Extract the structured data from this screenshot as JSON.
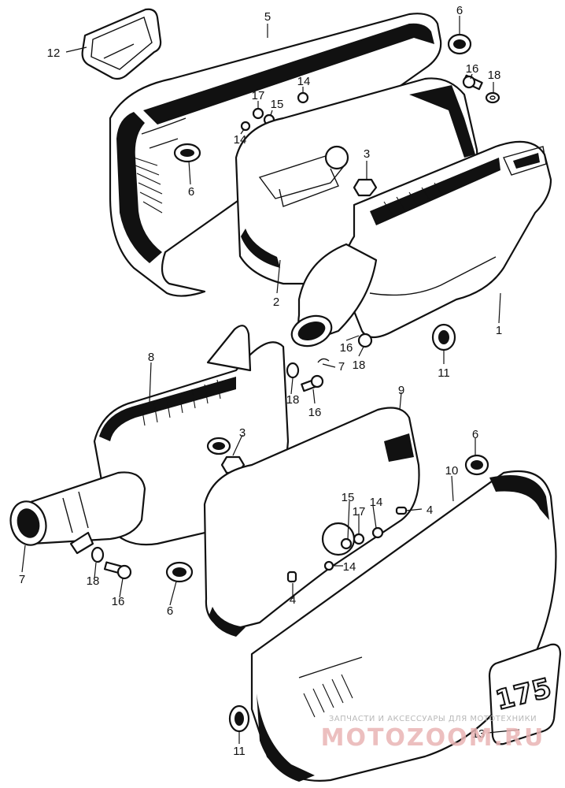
{
  "callouts": [
    {
      "id": "c5",
      "text": "5"
    },
    {
      "id": "c12",
      "text": "12"
    },
    {
      "id": "c6a",
      "text": "6"
    },
    {
      "id": "c6b",
      "text": "6"
    },
    {
      "id": "c16a",
      "text": "16"
    },
    {
      "id": "c18a",
      "text": "18"
    },
    {
      "id": "c14a",
      "text": "14"
    },
    {
      "id": "c17a",
      "text": "17"
    },
    {
      "id": "c15a",
      "text": "15"
    },
    {
      "id": "c14b",
      "text": "14"
    },
    {
      "id": "c3a",
      "text": "3"
    },
    {
      "id": "c2",
      "text": "2"
    },
    {
      "id": "c1",
      "text": "1"
    },
    {
      "id": "c16b",
      "text": "16"
    },
    {
      "id": "c18b",
      "text": "18"
    },
    {
      "id": "c7a",
      "text": "7"
    },
    {
      "id": "c11a",
      "text": "11"
    },
    {
      "id": "c8",
      "text": "8"
    },
    {
      "id": "c18c",
      "text": "18"
    },
    {
      "id": "c16c",
      "text": "16"
    },
    {
      "id": "c9",
      "text": "9"
    },
    {
      "id": "c3b",
      "text": "3"
    },
    {
      "id": "c6c",
      "text": "6"
    },
    {
      "id": "c10",
      "text": "10"
    },
    {
      "id": "c15b",
      "text": "15"
    },
    {
      "id": "c17b",
      "text": "17"
    },
    {
      "id": "c14c",
      "text": "14"
    },
    {
      "id": "c4a",
      "text": "4"
    },
    {
      "id": "c14d",
      "text": "14"
    },
    {
      "id": "c7b",
      "text": "7"
    },
    {
      "id": "c18d",
      "text": "18"
    },
    {
      "id": "c16d",
      "text": "16"
    },
    {
      "id": "c6d",
      "text": "6"
    },
    {
      "id": "c4b",
      "text": "4"
    },
    {
      "id": "c13",
      "text": "13"
    },
    {
      "id": "c11b",
      "text": "11"
    }
  ],
  "badge_text": "175",
  "watermark": {
    "tagline": "ЗАПЧАСТИ И АКСЕССУАРЫ ДЛЯ МОТОТЕХНИКИ",
    "brand": "MOTOZOOM.RU"
  },
  "colors": {
    "ink": "#111111",
    "paper": "#ffffff",
    "watermark_brand": "#e9b4b4",
    "watermark_tagline": "#b9b9b9"
  }
}
